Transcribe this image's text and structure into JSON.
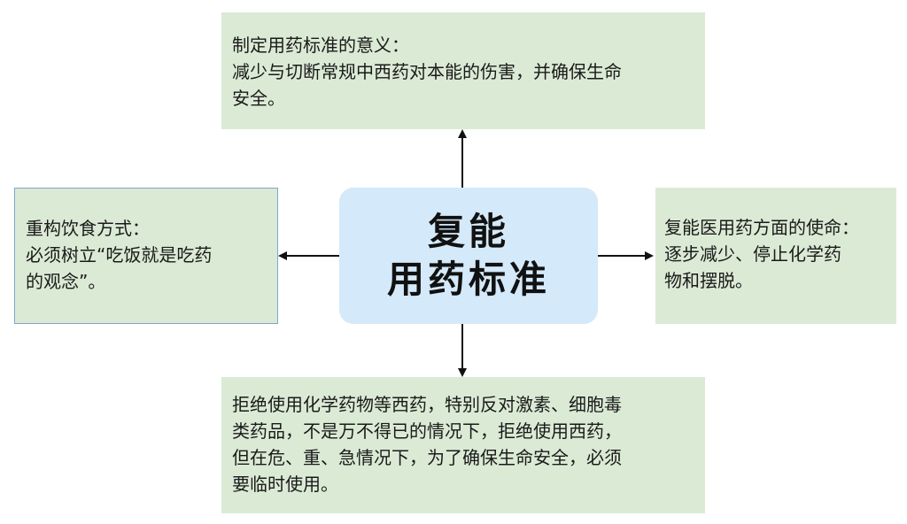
{
  "center": {
    "line1": "复能",
    "line2": "用药标准"
  },
  "top_box": {
    "line1": "制定用药标准的意义：",
    "line2": "减少与切断常规中西药对本能的伤害，并确保生命",
    "line3": "安全。"
  },
  "left_box": {
    "line1": "重构饮食方式：",
    "line2": "必须树立“吃饭就是吃药",
    "line3": "的观念”。"
  },
  "right_box": {
    "line1": "复能医用药方面的使命：",
    "line2": "逐步减少、停止化学药",
    "line3": "物和摆脱。"
  },
  "bottom_box": {
    "line1": "拒绝使用化学药物等西药，特别反对激素、细胞毒",
    "line2": "类药品，不是万不得已的情况下，拒绝使用西药，",
    "line3": "但在危、重、急情况下，为了确保生命安全，必须",
    "line4": "要临时使用。"
  },
  "colors": {
    "box_fill": "#dbead5",
    "center_fill": "#d4e9f9",
    "left_box_border": "#7ea6cf",
    "arrow": "#111111"
  }
}
